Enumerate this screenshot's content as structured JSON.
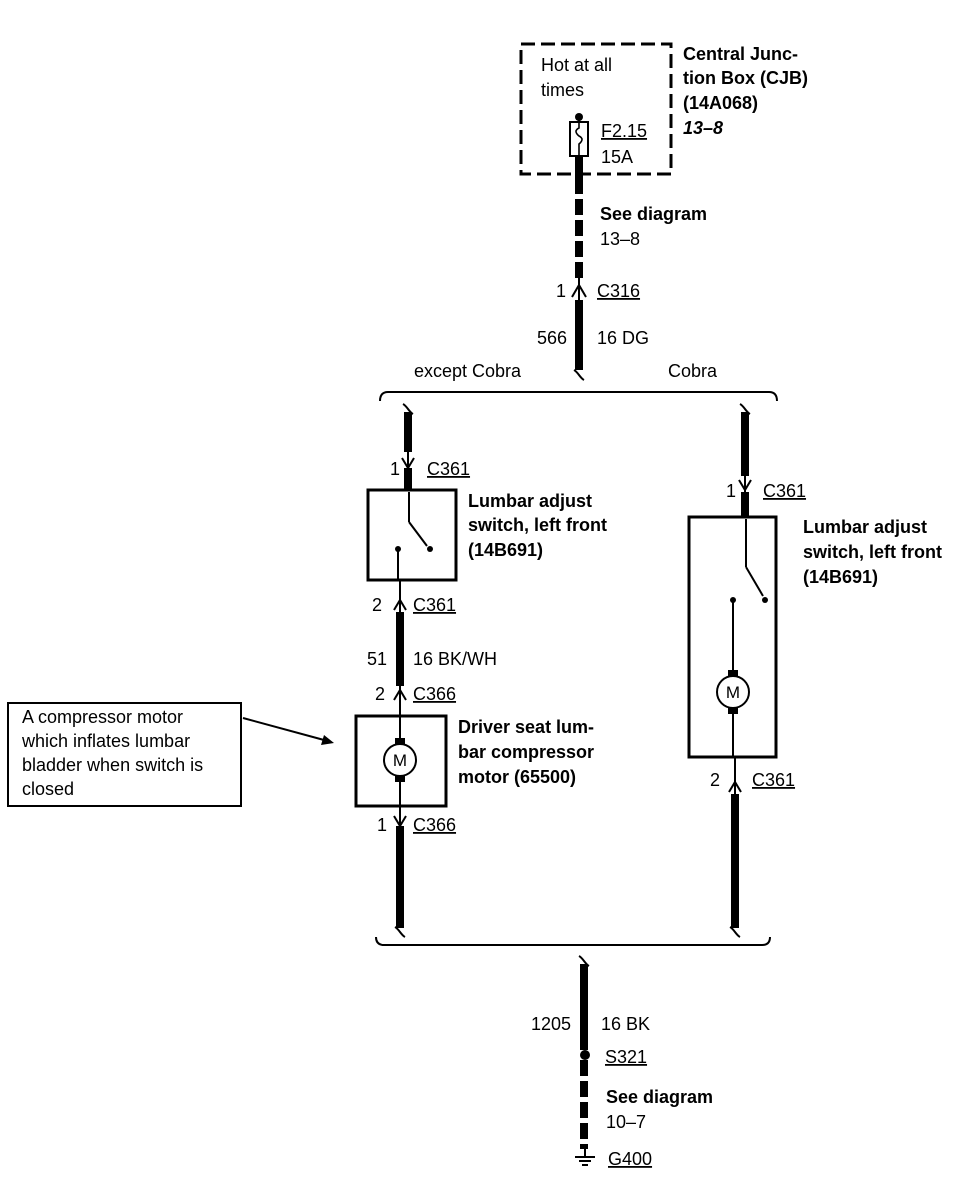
{
  "cjb": {
    "hot_line1": "Hot at all",
    "hot_line2": "times",
    "fuse_id": "F2.15",
    "fuse_rating": "15A",
    "name_line1": "Central Junc-",
    "name_line2": "tion Box (CJB)",
    "part_number": "(14A068)",
    "diagram_ref": "13–8"
  },
  "feed": {
    "see_line1": "See diagram",
    "see_line2": "13–8",
    "connector_pin": "1",
    "connector": "C316",
    "circuit": "566",
    "wire": "16 DG"
  },
  "branches": {
    "left_label": "except Cobra",
    "right_label": "Cobra"
  },
  "left": {
    "switch_in_pin": "1",
    "switch_in_connector": "C361",
    "switch_line1": "Lumbar adjust",
    "switch_line2": "switch, left front",
    "switch_part": "(14B691)",
    "switch_out_pin": "2",
    "switch_out_connector": "C361",
    "circuit": "51",
    "wire": "16 BK/WH",
    "motor_in_pin": "2",
    "motor_in_connector": "C366",
    "motor_symbol": "M",
    "motor_line1": "Driver seat lum-",
    "motor_line2": "bar compressor",
    "motor_line3": "motor (65500)",
    "motor_out_pin": "1",
    "motor_out_connector": "C366"
  },
  "callout": {
    "lines": [
      "A compressor motor",
      "which inflates lumbar",
      "bladder when switch is",
      "closed"
    ]
  },
  "right": {
    "switch_in_pin": "1",
    "switch_in_connector": "C361",
    "switch_line1": "Lumbar adjust",
    "switch_line2": "switch, left front",
    "switch_part": "(14B691)",
    "motor_symbol": "M",
    "switch_out_pin": "2",
    "switch_out_connector": "C361"
  },
  "ground": {
    "circuit": "1205",
    "wire": "16 BK",
    "splice": "S321",
    "see_line1": "See diagram",
    "see_line2": "10–7",
    "ground_id": "G400"
  }
}
